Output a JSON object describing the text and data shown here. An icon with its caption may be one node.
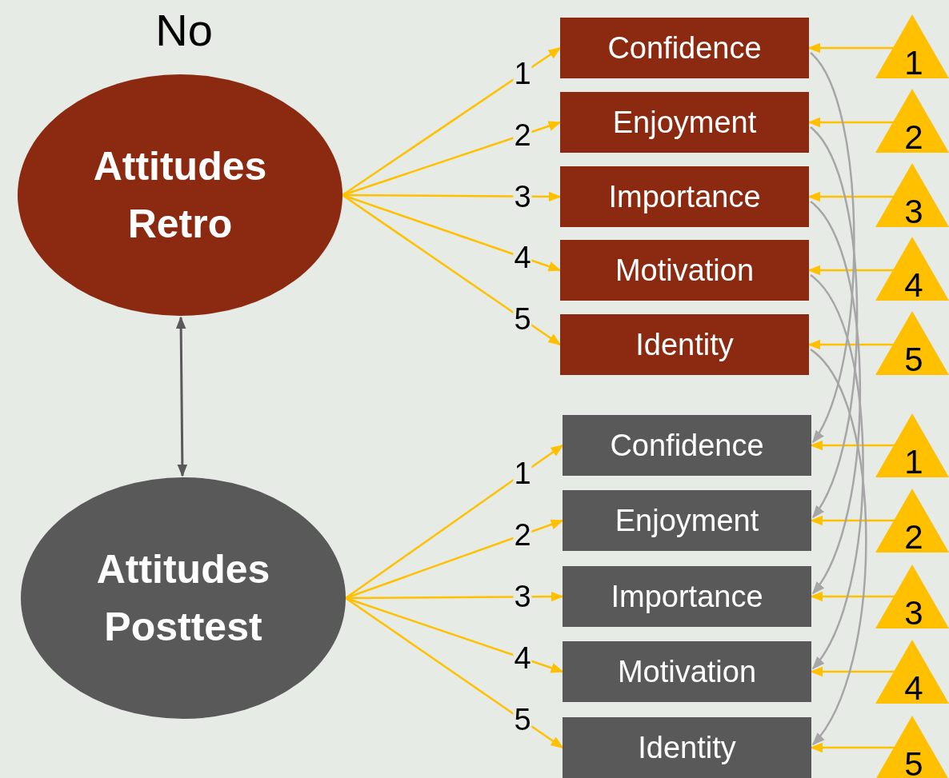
{
  "diagram": {
    "title": "No",
    "nodes": [
      {
        "text": [
          "Attitudes Retro"
        ]
      },
      {
        "text": [
          "Confidence"
        ]
      },
      {
        "text": [
          "Enjoyment"
        ]
      },
      {
        "text": [
          "Importance"
        ]
      },
      {
        "text": [
          "Motivation"
        ]
      },
      {
        "text": [
          "Identity"
        ]
      },
      {
        "text": [
          "Attitudes Posttest"
        ]
      },
      {
        "text": [
          "Confidence"
        ]
      },
      {
        "text": [
          "Enjoyment"
        ]
      },
      {
        "text": [
          "Importance"
        ]
      },
      {
        "text": [
          "Motivation"
        ]
      },
      {
        "text": [
          "Identity"
        ]
      },
      {
        "text": [
          "1"
        ]
      },
      {
        "text": [
          "2"
        ]
      },
      {
        "text": [
          "3"
        ]
      },
      {
        "text": [
          "4"
        ]
      },
      {
        "text": [
          "5"
        ]
      },
      {
        "text": [
          "1"
        ]
      },
      {
        "text": [
          "2"
        ]
      },
      {
        "text": [
          "3"
        ]
      },
      {
        "text": [
          "4"
        ]
      },
      {
        "text": [
          "5"
        ]
      }
    ],
    "edges": [
      {
        "from": 0,
        "to": 1,
        "arrow": "to",
        "label": "1"
      },
      {
        "from": 0,
        "to": 2,
        "arrow": "to",
        "label": "2"
      },
      {
        "from": 0,
        "to": 3,
        "arrow": "to",
        "label": "3"
      },
      {
        "from": 0,
        "to": 4,
        "arrow": "to",
        "label": "4"
      },
      {
        "from": 0,
        "to": 5,
        "arrow": "to",
        "label": "5"
      },
      {
        "from": 6,
        "to": 7,
        "arrow": "to",
        "label": "1"
      },
      {
        "from": 6,
        "to": 8,
        "arrow": "to",
        "label": "2"
      },
      {
        "from": 6,
        "to": 9,
        "arrow": "to",
        "label": "3"
      },
      {
        "from": 6,
        "to": 10,
        "arrow": "to",
        "label": "4"
      },
      {
        "from": 6,
        "to": 11,
        "arrow": "to",
        "label": "5"
      },
      {
        "from": 0,
        "to": 6,
        "arrow": "both",
        "color": "#595959"
      },
      {
        "from": 12,
        "to": 1,
        "arrow": "to"
      },
      {
        "from": 13,
        "to": 2,
        "arrow": "to"
      },
      {
        "from": 14,
        "to": 3,
        "arrow": "to"
      },
      {
        "from": 15,
        "to": 4,
        "arrow": "to"
      },
      {
        "from": 16,
        "to": 5,
        "arrow": "to"
      },
      {
        "from": 17,
        "to": 7,
        "arrow": "to"
      },
      {
        "from": 18,
        "to": 8,
        "arrow": "to"
      },
      {
        "from": 19,
        "to": 9,
        "arrow": "to"
      },
      {
        "from": 20,
        "to": 10,
        "arrow": "to"
      },
      {
        "from": 21,
        "to": 11,
        "arrow": "to"
      },
      {
        "from": 1,
        "to": 7,
        "arrow": "to",
        "color": "#a6a6a6"
      },
      {
        "from": 2,
        "to": 8,
        "arrow": "to",
        "color": "#a6a6a6"
      },
      {
        "from": 3,
        "to": 9,
        "arrow": "to",
        "color": "#a6a6a6"
      },
      {
        "from": 4,
        "to": 10,
        "arrow": "to",
        "color": "#a6a6a6"
      },
      {
        "from": 5,
        "to": 11,
        "arrow": "to",
        "color": "#a6a6a6"
      }
    ]
  }
}
